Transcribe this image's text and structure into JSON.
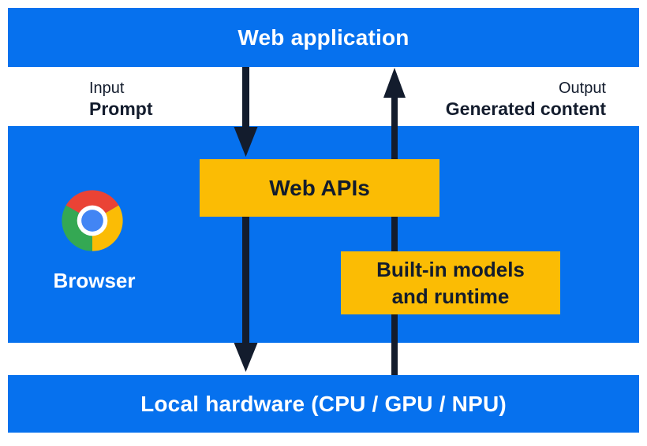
{
  "diagram": {
    "web_application": "Web application",
    "input_label": "Input",
    "input_sublabel": "Prompt",
    "output_label": "Output",
    "output_sublabel": "Generated content",
    "browser_label": "Browser",
    "web_apis_label": "Web APIs",
    "builtin_models_line1": "Built-in models",
    "builtin_models_line2": "and runtime",
    "local_hardware": "Local hardware (CPU / GPU / NPU)"
  },
  "icons": {
    "chrome_logo": "chrome-logo-icon",
    "prompt_arrow_upper": "down-arrow",
    "prompt_arrow_lower": "down-arrow",
    "output_arrow": "up-arrow"
  },
  "colors": {
    "layer_blue": "#0671EE",
    "box_yellow": "#FBBC04",
    "ink_navy": "#131C2D",
    "text_white": "#FFFFFF",
    "chrome_red": "#EA4335",
    "chrome_yellow": "#FBBC05",
    "chrome_green": "#34A853",
    "chrome_blue": "#4285F4"
  }
}
